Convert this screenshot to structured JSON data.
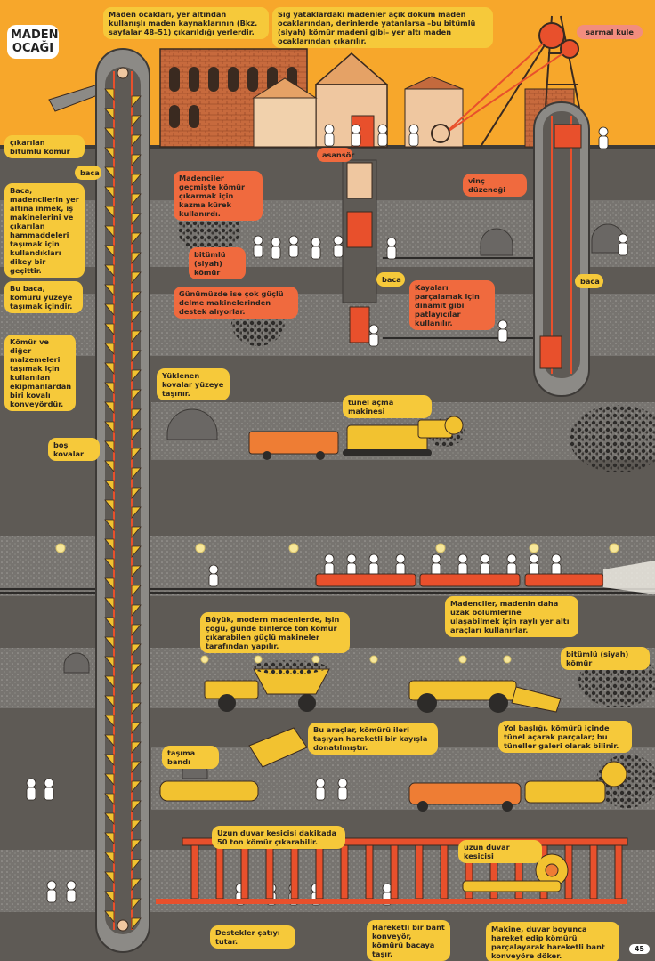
{
  "title": "MADEN OCAĞI",
  "intro": "Maden ocakları, yer altından kullanışlı maden kaynaklarının (Bkz. sayfalar 48–51) çıkarıldığı yerlerdir.",
  "surface_note": "Sığ yataklardaki madenler açık döküm maden ocaklarından, derinlerde yatanlarsa –bu bitümlü (siyah) kömür madeni gibi– yer altı maden ocaklarından çıkarılır.",
  "labels": {
    "sarmal_kule": "sarmal kule",
    "cikarilan_komur": "çıkarılan bitümlü kömür",
    "baca_1": "baca",
    "baca_desc": "Baca, madencilerin yer altına inmek, iş makinelerini ve çıkarılan hammaddeleri taşımak için kullandıkları dikey bir geçittir.",
    "asansor": "asansör",
    "vinc": "vinç düzeneği",
    "gecmiste": "Madenciler geçmişte kömür çıkarmak için kazma kürek kullanırdı.",
    "bitumlu_1": "bitümlü (siyah) kömür",
    "baca_2": "baca",
    "baca_3": "baca",
    "bu_baca": "Bu baca, kömürü yüzeye taşımak içindir.",
    "gunumuzde": "Günümüzde ise çok güçlü delme makinelerinden destek alıyorlar.",
    "kayalari": "Kayaları parçalamak için dinamit gibi patlayıcılar kullanılır.",
    "komur_diger": "Kömür ve diğer malzemeleri taşımak için kullanılan ekipmanlardan biri kovalı konveyördür.",
    "yuklenen": "Yüklenen kovalar yüzeye taşınır.",
    "bos_kovalar": "boş kovalar",
    "tunel_makinesi": "tünel açma makinesi",
    "madenciler_uzak": "Madenciler, madenin daha uzak bölümlerine ulaşabilmek için raylı yer altı araçları kullanırlar.",
    "buyuk_modern": "Büyük, modern madenlerde, işin çoğu, günde binlerce ton kömür çıkarabilen güçlü makineler tarafından yapılır.",
    "bitumlu_2": "bitümlü (siyah) kömür",
    "bu_araclar": "Bu araçlar, kömürü ileri taşıyan hareketli bir kayışla donatılmıştır.",
    "yol_basligi": "Yol başlığı, kömürü içinde tünel açarak parçalar; bu tüneller galeri olarak bilinir.",
    "tasima_bandi": "taşıma bandı",
    "uzun_duvar_50": "Uzun duvar kesicisi dakikada 50 ton kömür çıkarabilir.",
    "uzun_duvar": "uzun duvar kesicisi",
    "destekler": "Destekler çatıyı tutar.",
    "hareketli_bant": "Hareketli bir bant konveyör, kömürü bacaya taşır.",
    "makine_duvar": "Makine, duvar boyunca hareket edip kömürü parçalayarak hareketli bant konveyöre döker."
  },
  "page_number": "45",
  "colors": {
    "sky": "#f7a72b",
    "ground": "#5e5a55",
    "tunnel": "#8c8a86",
    "label_yellow": "#f6c93a",
    "label_orange": "#f06a3e",
    "machine_yellow": "#f2c230",
    "machine_orange": "#ee7d34",
    "support_red": "#e8502c"
  },
  "icons": [
    "bucket-conveyor-icon",
    "headframe-tower-icon",
    "miner-icon",
    "dump-truck-icon",
    "tunnel-boring-machine-icon",
    "longwall-shearer-icon",
    "train-icon"
  ]
}
